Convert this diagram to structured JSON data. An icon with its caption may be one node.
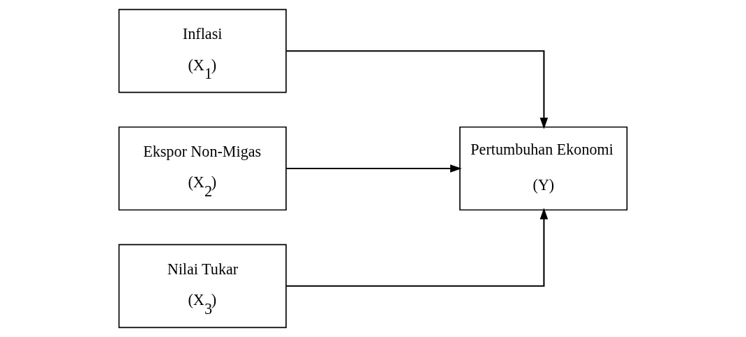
{
  "diagram": {
    "nodes": [
      {
        "text": [
          "Inflasi",
          "(X$_{1}$)"
        ]
      },
      {
        "text": [
          "Ekspor Non-Migas",
          "(X$_{2}$)"
        ]
      },
      {
        "text": [
          "Nilai Tukar",
          "(X$_{3}$)"
        ]
      },
      {
        "text": [
          "Pertumbuhan Ekonomi",
          "(Y)"
        ]
      }
    ],
    "edges": [
      {
        "from": 0,
        "to": 3,
        "arrow": "to"
      },
      {
        "from": 1,
        "to": 3,
        "arrow": "to"
      },
      {
        "from": 2,
        "to": 3,
        "arrow": "to"
      }
    ]
  }
}
